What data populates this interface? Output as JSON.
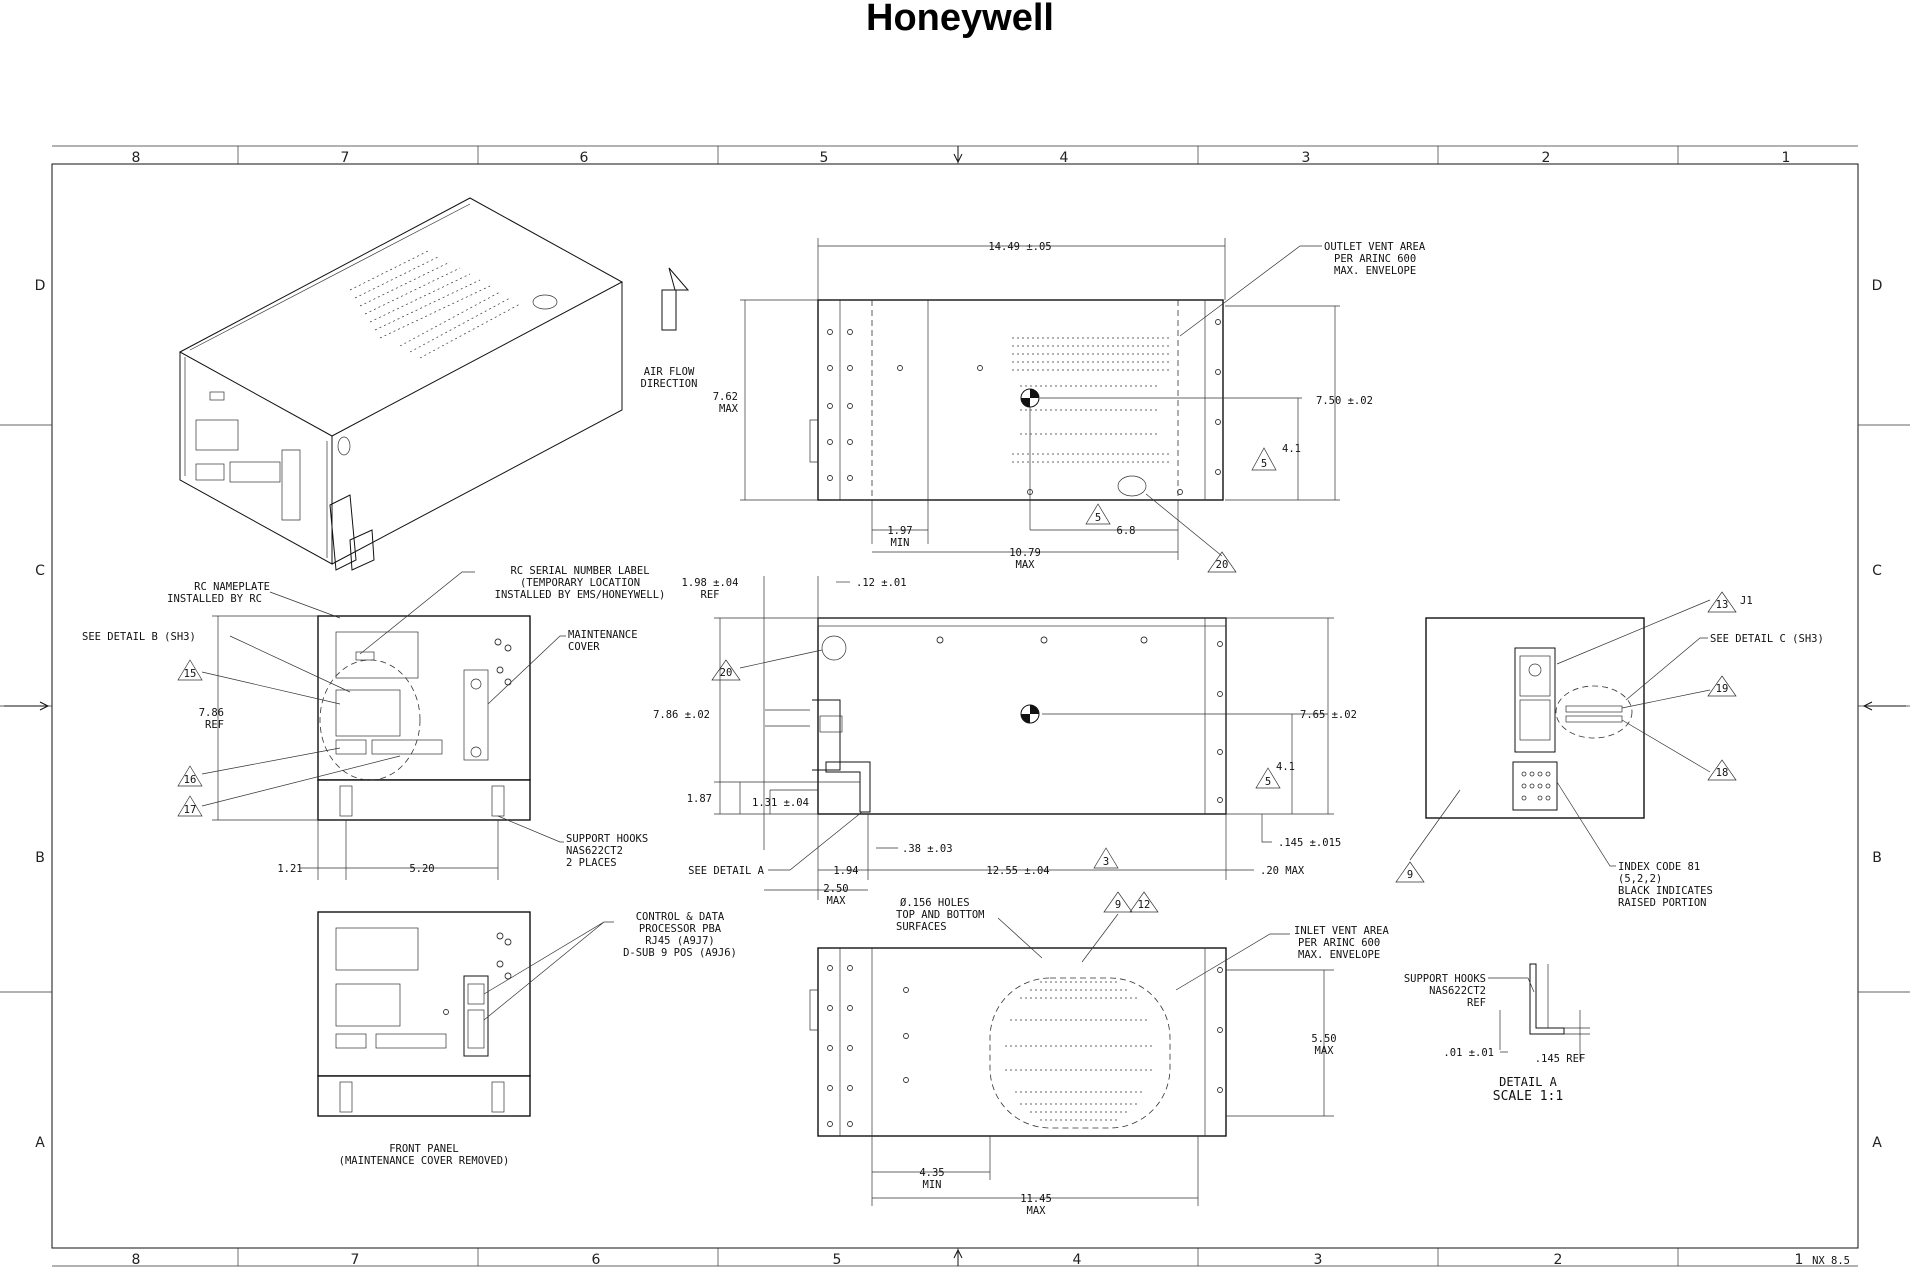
{
  "brand": "Honeywell",
  "grid": {
    "columns": [
      "8",
      "7",
      "6",
      "5",
      "4",
      "3",
      "2",
      "1"
    ],
    "rows": [
      "D",
      "C",
      "B",
      "A"
    ],
    "sheet_ref": "NX 8.5"
  },
  "views": {
    "iso": {
      "airflow": [
        "AIR FLOW",
        "DIRECTION"
      ]
    },
    "side_top": {
      "dim_length": "14.49 ±.05",
      "outlet": [
        "OUTLET VENT AREA",
        "PER ARINC 600",
        "MAX. ENVELOPE"
      ],
      "height_max": [
        "7.62",
        "MAX"
      ],
      "height_750": "7.50 ±.02",
      "dim_41": "4.1",
      "dim_197": [
        "1.97",
        "MIN"
      ],
      "dim_1079": [
        "10.79",
        "MAX"
      ],
      "dim_68": "6.8",
      "tri_5": "5",
      "tri_20": "20"
    },
    "front_panel": {
      "rc_nameplate": [
        "RC NAMEPLATE",
        "INSTALLED BY RC"
      ],
      "rc_serial": [
        "RC SERIAL NUMBER LABEL",
        "(TEMPORARY LOCATION",
        "INSTALLED BY EMS/HONEYWELL)"
      ],
      "see_detail_b": "SEE DETAIL B (SH3)",
      "maint_cover": [
        "MAINTENANCE",
        "COVER"
      ],
      "height": [
        "7.86",
        "REF"
      ],
      "tri_15": "15",
      "tri_16": "16",
      "tri_17": "17",
      "support_hooks": [
        "SUPPORT HOOKS",
        "NAS622CT2",
        "2 PLACES"
      ],
      "dim_121": "1.21",
      "dim_520": "5.20"
    },
    "side_mid": {
      "dim_198": [
        "1.98 ±.04",
        "REF"
      ],
      "dim_12": ".12 ±.01",
      "dim_786": "7.86 ±.02",
      "dim_765": "7.65 ±.02",
      "dim_187": "1.87",
      "dim_131": "1.31 ±.04",
      "dim_41": "4.1",
      "dim_145": ".145 ±.015",
      "see_detail_a": "SEE DETAIL A",
      "dim_194": "1.94",
      "dim_38": ".38 ±.03",
      "dim_1255": "12.55 ±.04",
      "dim_20": ".20 MAX",
      "dim_250": [
        "2.50",
        "MAX"
      ],
      "tri_20": "20",
      "tri_5": "5",
      "tri_3": "3"
    },
    "rear_panel": {
      "j1": "J1",
      "see_detail_c": "SEE DETAIL C (SH3)",
      "tri_13": "13",
      "tri_19": "19",
      "tri_18": "18",
      "tri_9": "9",
      "index_code": [
        "INDEX CODE 81",
        "(5,2,2)",
        "BLACK INDICATES",
        "RAISED PORTION"
      ]
    },
    "front_panel_2": {
      "cdp": [
        "CONTROL & DATA",
        "PROCESSOR PBA",
        "RJ45 (A9J7)",
        "D-SUB 9 POS (A9J6)"
      ],
      "caption": [
        "FRONT PANEL",
        "(MAINTENANCE COVER REMOVED)"
      ]
    },
    "bottom": {
      "holes": [
        "Ø.156 HOLES",
        "TOP AND BOTTOM",
        "SURFACES"
      ],
      "tri_9": "9",
      "tri_12": "12",
      "inlet": [
        "INLET VENT AREA",
        "PER ARINC 600",
        "MAX. ENVELOPE"
      ],
      "dim_550": [
        "5.50",
        "MAX"
      ],
      "dim_435": [
        "4.35",
        "MIN"
      ],
      "dim_1145": [
        "11.45",
        "MAX"
      ]
    },
    "detail_a": {
      "hooks": [
        "SUPPORT HOOKS",
        "NAS622CT2",
        "REF"
      ],
      "dim_01": ".01 ±.01",
      "dim_145": ".145 REF",
      "title": "DETAIL A",
      "scale": "SCALE 1:1"
    }
  }
}
